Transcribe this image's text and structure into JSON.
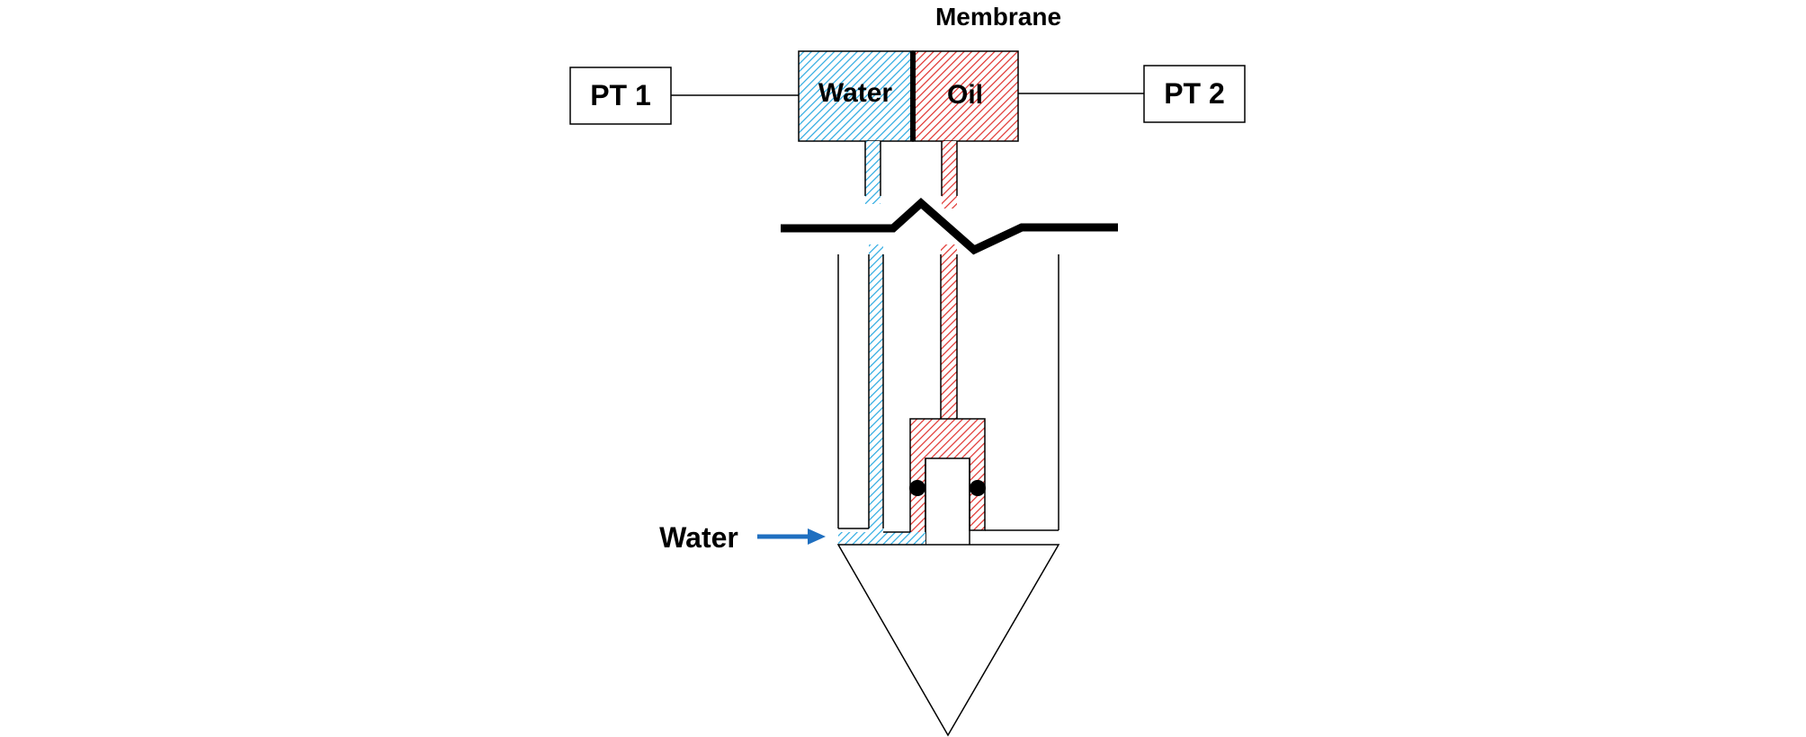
{
  "labels": {
    "membrane": "Membrane",
    "pt1": "PT 1",
    "pt2": "PT 2",
    "chamber_water": "Water",
    "chamber_oil": "Oil",
    "inlet_water": "Water"
  },
  "colors": {
    "water": "#29a9e1",
    "oil": "#e0302c",
    "arrow": "#1f6fc0",
    "line": "#000000"
  }
}
